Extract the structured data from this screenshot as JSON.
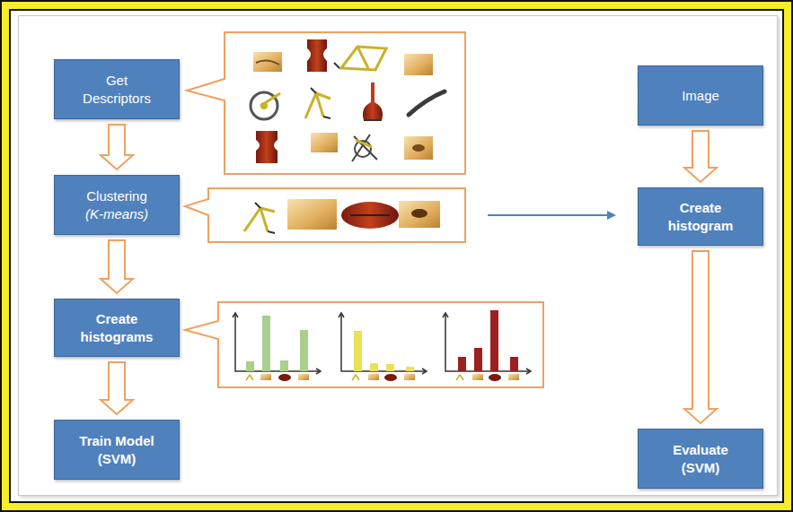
{
  "diagram": {
    "nodes": [
      {
        "text": [
          "Get Descriptors"
        ]
      },
      {
        "text": [
          "Clustering",
          "(K-means)"
        ]
      },
      {
        "text": [
          "Create histograms"
        ]
      },
      {
        "text": [
          "Train Model (SVM)"
        ]
      },
      {
        "text": [
          "Image"
        ]
      },
      {
        "text": [
          "Create histogram"
        ]
      },
      {
        "text": [
          "Evaluate (SVM)"
        ]
      }
    ],
    "edges": [
      {
        "from": 0,
        "to": 1,
        "arrow": "to"
      },
      {
        "from": 1,
        "to": 2,
        "arrow": "to"
      },
      {
        "from": 2,
        "to": 3,
        "arrow": "to"
      },
      {
        "from": 4,
        "to": 5,
        "arrow": "to"
      },
      {
        "from": 5,
        "to": 6,
        "arrow": "to"
      }
    ]
  }
}
